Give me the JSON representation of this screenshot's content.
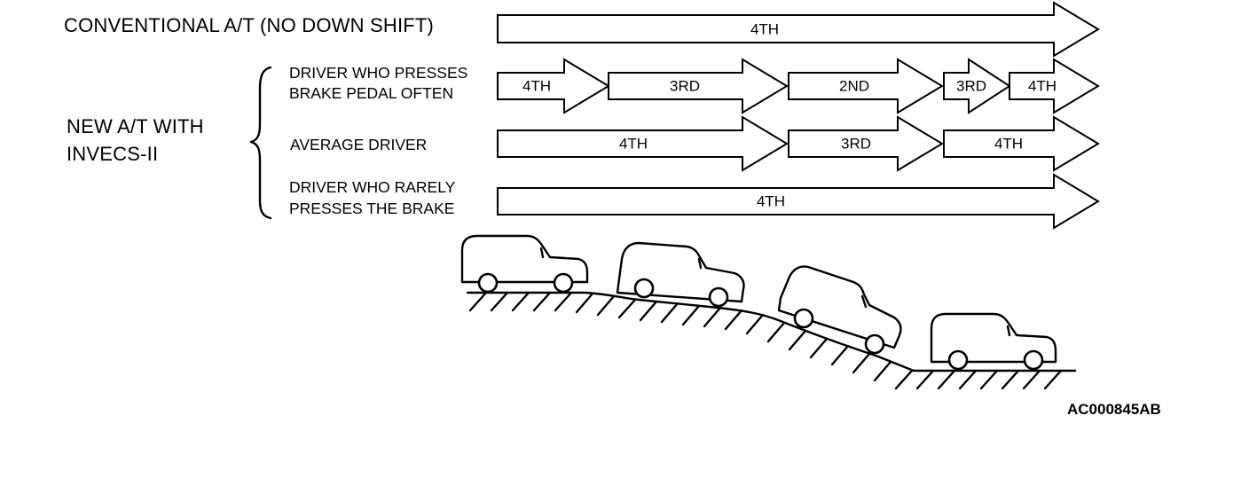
{
  "labels": {
    "conventional": "CONVENTIONAL A/T (NO DOWN SHIFT)",
    "new_at_line1": "NEW A/T WITH",
    "new_at_line2": "INVECS-II",
    "driver_brake_often_line1": "DRIVER WHO PRESSES",
    "driver_brake_often_line2": "BRAKE PEDAL OFTEN",
    "average_driver": "AVERAGE DRIVER",
    "driver_rarely_line1": "DRIVER WHO RARELY",
    "driver_rarely_line2": "PRESSES THE BRAKE",
    "figure_code": "AC000845AB"
  },
  "rows": {
    "conventional": [
      "4TH"
    ],
    "brake_often": [
      "4TH",
      "3RD",
      "2ND",
      "3RD",
      "4TH"
    ],
    "average": [
      "4TH",
      "3RD",
      "4TH"
    ],
    "rarely": [
      "4TH"
    ]
  }
}
